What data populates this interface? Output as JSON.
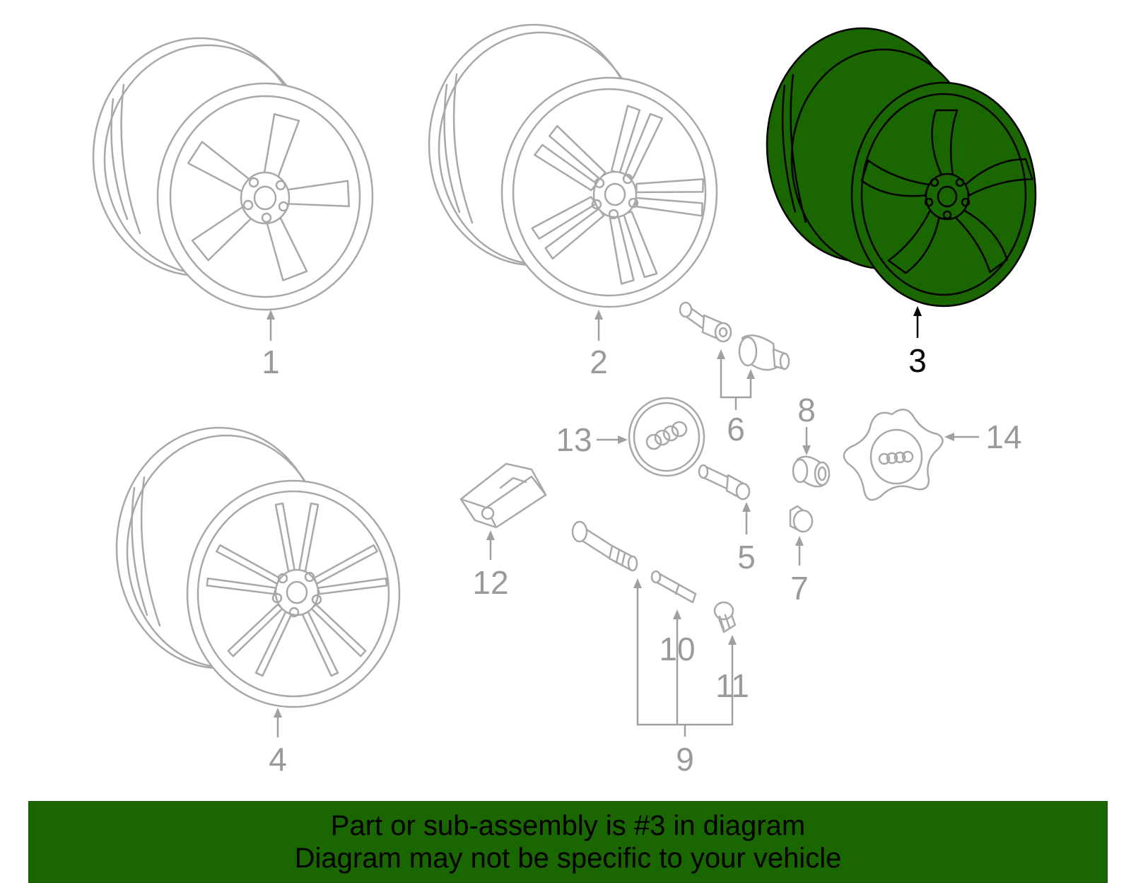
{
  "colors": {
    "highlight_fill": "#1a6600",
    "banner_background": "#1a6600",
    "line_gray": "#a8a8a8",
    "label_gray": "#9a9a9a",
    "highlight_label": "#000000"
  },
  "callouts": {
    "c1": "1",
    "c2": "2",
    "c3": "3",
    "c4": "4",
    "c5": "5",
    "c6": "6",
    "c7": "7",
    "c8": "8",
    "c9": "9",
    "c10": "10",
    "c11": "11",
    "c12": "12",
    "c13": "13",
    "c14": "14"
  },
  "highlighted_part": "3",
  "parts": [
    {
      "callout": "1",
      "icon": "wheel-5-spoke-icon"
    },
    {
      "callout": "2",
      "icon": "wheel-5-double-spoke-icon"
    },
    {
      "callout": "3",
      "icon": "wheel-highlighted-icon"
    },
    {
      "callout": "4",
      "icon": "wheel-multi-spoke-icon"
    },
    {
      "callout": "5",
      "icon": "bolt-icon"
    },
    {
      "callout": "6",
      "icon": "locking-bolt-set-icon"
    },
    {
      "callout": "7",
      "icon": "bolt-cap-icon"
    },
    {
      "callout": "8",
      "icon": "bolt-cap-icon"
    },
    {
      "callout": "9",
      "icon": "valve-kit-icon"
    },
    {
      "callout": "10",
      "icon": "valve-core-icon"
    },
    {
      "callout": "11",
      "icon": "valve-cap-icon"
    },
    {
      "callout": "12",
      "icon": "tpms-sensor-icon"
    },
    {
      "callout": "13",
      "icon": "center-cap-icon"
    },
    {
      "callout": "14",
      "icon": "center-cap-icon"
    }
  ],
  "banner": {
    "line1": "Part or sub-assembly is #3 in diagram",
    "line2": "Diagram may not be specific to your vehicle"
  }
}
